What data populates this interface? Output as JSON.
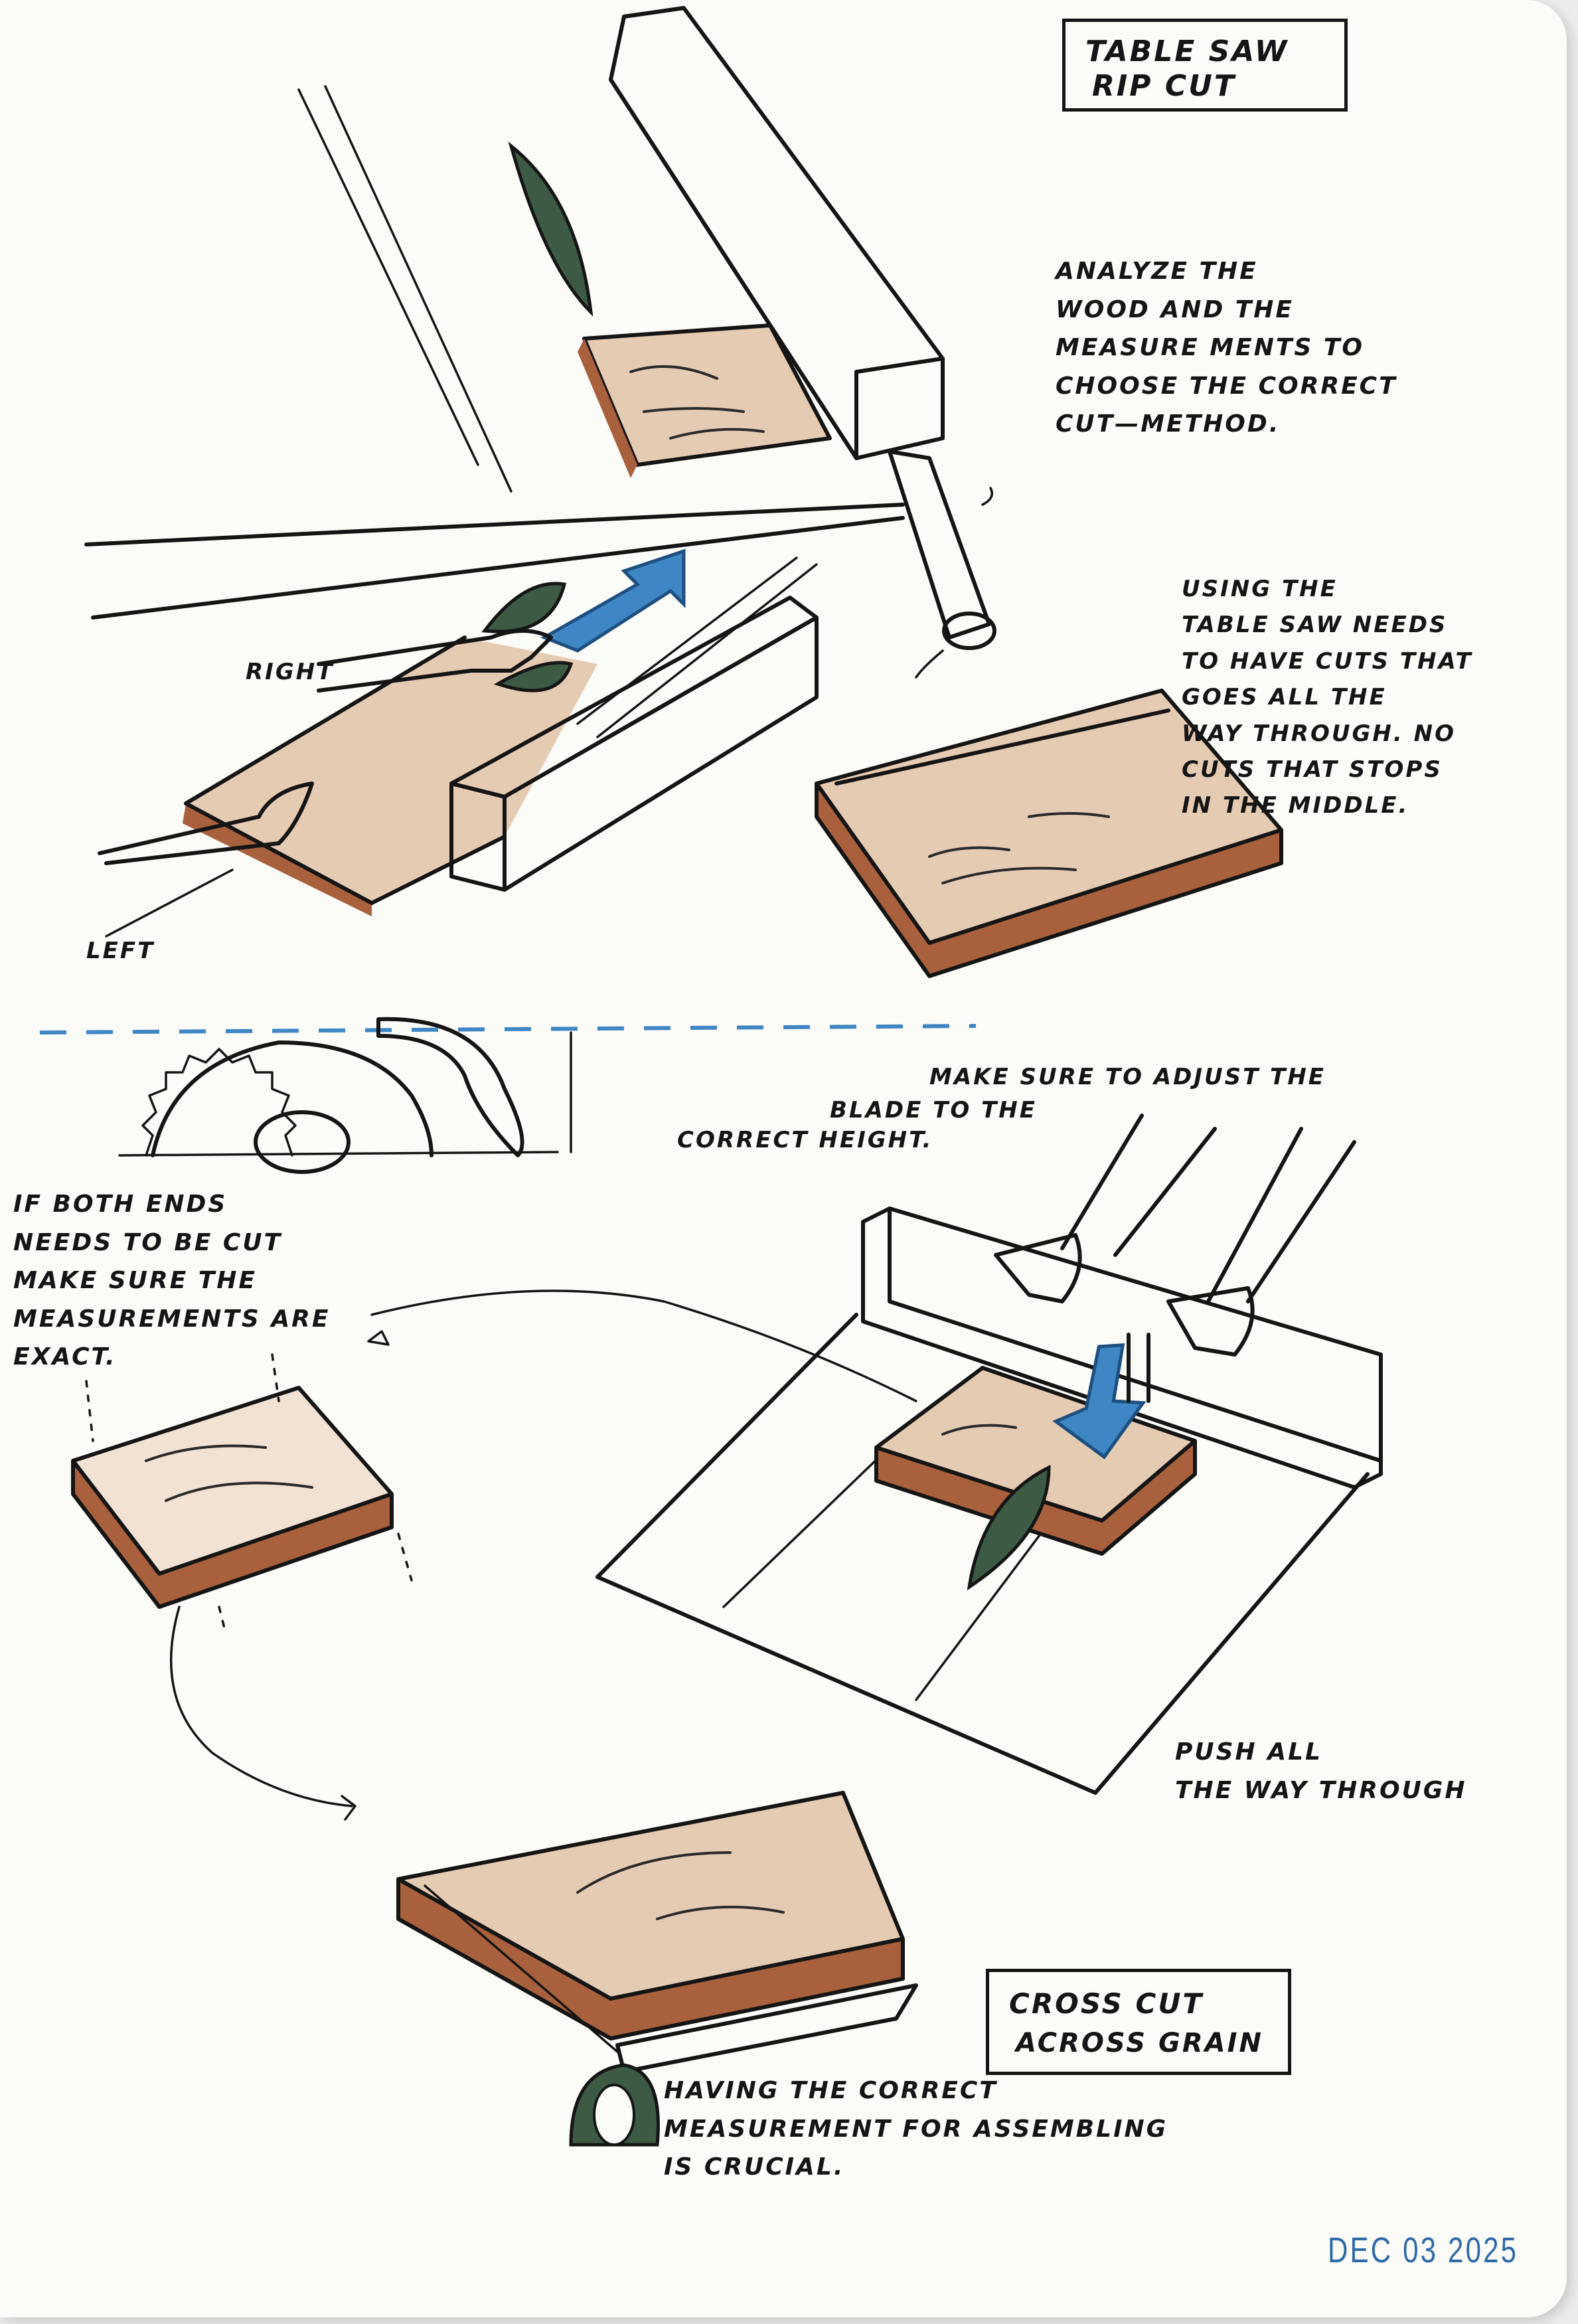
{
  "title_box": {
    "line1": "TABLE SAW",
    "line2": "RIP CUT"
  },
  "notes": {
    "analyze": "ANALYZE THE\nWOOD AND THE\nMEASURE MENTS TO\nCHOOSE THE CORRECT\nCUT—METHOD.",
    "using": "USING THE\nTABLE SAW NEEDS\nTO HAVE CUTS THAT\nGOES ALL THE\nWAY THROUGH. NO\nCUTS THAT STOPS\nIN THE MIDDLE.",
    "right": "RIGHT",
    "left": "LEFT",
    "adjust_1": "MAKE SURE TO ADJUST THE",
    "adjust_2": "BLADE TO THE",
    "adjust_3": "CORRECT HEIGHT.",
    "both_ends": "IF BOTH ENDS\nNEEDS TO BE CUT\nMAKE SURE THE\nMEASUREMENTS ARE\nEXACT.",
    "push": "PUSH ALL\nTHE WAY THROUGH",
    "having": "HAVING THE CORRECT\nMEASUREMENT FOR ASSEMBLING\nIS CRUCIAL."
  },
  "cross_box": {
    "line1": "CROSS CUT",
    "line2": "ACROSS GRAIN"
  },
  "date": "DEC 03 2025",
  "colors": {
    "paper": "#fbfbf8",
    "ink": "#151515",
    "wood": "#e6cbb3",
    "wood_edge": "#a9603c",
    "blade_green": "#3d5a44",
    "arrow_blue": "#3f86c4",
    "stamp_blue": "#2f6aa8"
  }
}
